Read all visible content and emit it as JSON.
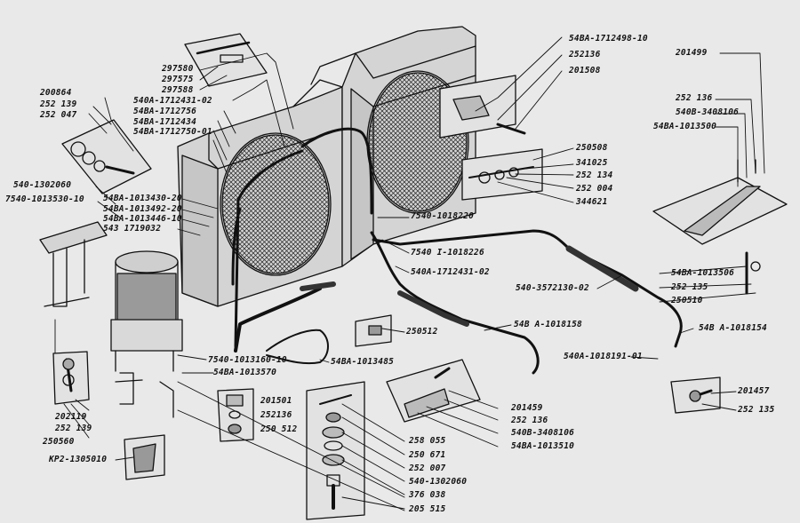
{
  "labels": {
    "l200864": "200864",
    "l252139a": "252 139",
    "l252047": "252 047",
    "l297580": "297580",
    "l297575": "297575",
    "l297588": "297588",
    "l1712431_02a": "540А-1712431-02",
    "l1712756": "54ВА-1712756",
    "l1712434": "54ВА-1712434",
    "l1712750": "54ВА-1712750-01",
    "l1302060a": "540-1302060",
    "l1013530": "7540-1013530-10",
    "l1013430": "54ВА-1013430-20",
    "l1013492": "54ВА-1013492-20",
    "l1013446": "54ВА-1013446-10",
    "l1719032": "543 1719032",
    "l1712498": "54ВА-1712498-10",
    "l252136a": "252136",
    "l201508": "201508",
    "l250508": "250508",
    "l341025": "341025",
    "l252134": "252 134",
    "l252004": "252 004",
    "l344621": "344621",
    "l1018220": "7540-1018220",
    "l1018226": "7540 I-1018226",
    "l1712431_02b": "540А-1712431-02",
    "l3572130": "540-3572130-02",
    "l201499": "201499",
    "l252136b": "252 136",
    "l3408106a": "540В-3408106",
    "l1013500": "54ВА-1013500",
    "l1013506": "54ВА-1013506",
    "l252135a": "252 135",
    "l250510": "250510",
    "l1018154": "54В А-1018154",
    "l1018191": "540А-1018191-01",
    "l201457": "201457",
    "l252135b": "252 135",
    "l250512a": "250512",
    "l1018158": "54В А-1018158",
    "l1013485": "54ВА-1013485",
    "l1013160": "7540-1013160-10",
    "l1013570": "54ВА-1013570",
    "l201501": "201501",
    "l252136c": "252136",
    "l250512b": "250 512",
    "l202119": "202119",
    "l252139b": "252 139",
    "l250560": "250560",
    "lkr2": "КР2-1305010",
    "l201459": "201459",
    "l252136d": "252 136",
    "l3408106b": "540В-3408106",
    "l1013510": "54ВА-1013510",
    "l258055": "258 055",
    "l250671": "250 671",
    "l252007": "252 007",
    "l1302060b": "540-1302060",
    "l376038": "376 038",
    "l205515": "205 515"
  },
  "colors": {
    "background": "#e9e9e9",
    "ink": "#111111"
  }
}
